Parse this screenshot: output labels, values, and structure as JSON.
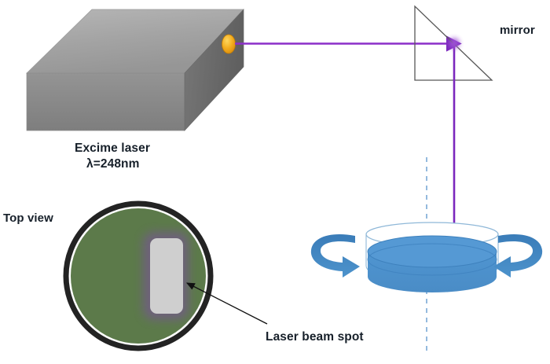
{
  "diagram": {
    "title": "Excimer laser ablation setup with rotating liquid substrate",
    "labels": {
      "laser_name": "Excime laser",
      "laser_wavelength": "λ=248nm",
      "mirror": "mirror",
      "top_view": "Top view",
      "laser_beam_spot": "Laser beam spot"
    },
    "colors": {
      "beam_purple": "#8b2fc9",
      "beam_glow": "#b97fe0",
      "box_top": "#a8a8a8",
      "box_front": "#8a8a8a",
      "box_side": "#6f6f6f",
      "aperture_yellow": "#f0a81e",
      "dish_blue": "#4a90cd",
      "dish_blue_dark": "#3d7fb8",
      "arrow_blue": "#3c7fba",
      "substrate_green": "#5c7a4a",
      "ring_black": "#232323",
      "spot_gray": "#cfcfcf",
      "spot_halo": "#7a6a8a",
      "axis_dashed": "#7aa9d6",
      "outline_gray": "#565656",
      "text_dark": "#17202a"
    },
    "components": {
      "laser_box": {
        "name": "Excimer laser housing",
        "shape": "3d-box-isometric"
      },
      "aperture": {
        "name": "laser output aperture",
        "shape": "ellipse"
      },
      "beam_horizontal": {
        "name": "horizontal laser beam",
        "direction": "left-to-right"
      },
      "beam_vertical": {
        "name": "vertical laser beam after mirror",
        "direction": "top-to-bottom"
      },
      "mirror": {
        "name": "45 degree right-triangle mirror",
        "shape": "right-triangle"
      },
      "dish": {
        "name": "rotating liquid dish",
        "shape": "cylinder"
      },
      "rotation_arrow_left": {
        "name": "rotation arrow left",
        "direction": "clockwise"
      },
      "rotation_arrow_right": {
        "name": "rotation arrow right",
        "direction": "clockwise"
      },
      "rotation_axis": {
        "name": "vertical rotation axis",
        "style": "dashed"
      },
      "top_view_substrate": {
        "name": "substrate top view disc",
        "shape": "circle"
      },
      "beam_spot_rect": {
        "name": "rectangular laser beam spot",
        "shape": "rounded-rectangle"
      },
      "pointer_arrow": {
        "name": "annotation pointer to beam spot",
        "direction": "lower-right-to-upper-left"
      }
    }
  }
}
